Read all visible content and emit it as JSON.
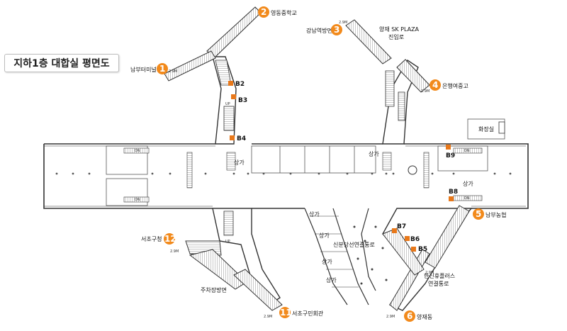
{
  "title": "지하1층 대합실 평면도",
  "colors": {
    "exit": "#f28a1c",
    "bmark": "#e8781a",
    "wall": "#444444",
    "stair": "#b3b3b3"
  },
  "exits": [
    {
      "num": "1",
      "label": "남부터미널"
    },
    {
      "num": "2",
      "label": "영동중학교"
    },
    {
      "num": "3",
      "label": "강남역방면"
    },
    {
      "num": "4",
      "label": "은행여중고"
    },
    {
      "num": "5",
      "label": "남부농협"
    },
    {
      "num": "6",
      "label": "양재동"
    },
    {
      "num": "11",
      "label": "서초구민회관"
    },
    {
      "num": "12",
      "label": "서초구청"
    }
  ],
  "place_labels": {
    "skplaza_1": "양재 SK PLAZA",
    "skplaza_2": "진입로",
    "hwajangsil": "화장실",
    "sinbundang": "신분당선연결통로",
    "hansin_1": "한신휴플러스",
    "hansin_2": "연결통로",
    "parking": "주차장방면"
  },
  "bmarks": [
    "B2",
    "B3",
    "B4",
    "B5",
    "B6",
    "B7",
    "B8",
    "B9"
  ],
  "shop_label": "상가",
  "misc": {
    "up": "UP",
    "dn": "DN",
    "width_tag": "2.9M"
  }
}
